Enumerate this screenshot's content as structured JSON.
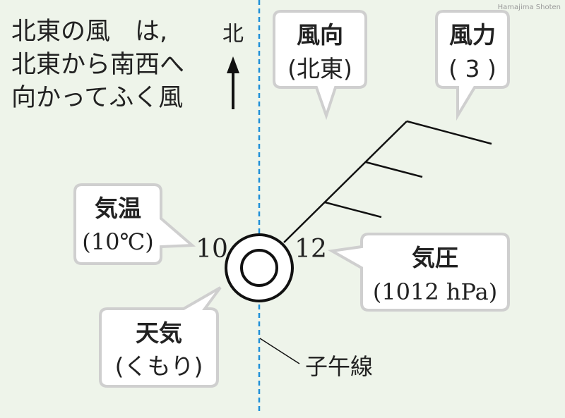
{
  "credit": "Hamajima Shoten",
  "note": {
    "line1": "北東の風　は,",
    "line2": "北東から南西へ",
    "line3": "向かってふく風"
  },
  "north": {
    "label": "北"
  },
  "callouts": {
    "wind_direction": {
      "title": "風向",
      "value": "(北東)"
    },
    "wind_force": {
      "title": "風力",
      "value": "( 3 )"
    },
    "temperature": {
      "title": "気温",
      "value": "(10℃)"
    },
    "pressure": {
      "title": "気圧",
      "value": "(1012 hPa)"
    },
    "weather": {
      "title": "天気",
      "value": "(くもり)"
    }
  },
  "station": {
    "temperature_value": "10",
    "pressure_value": "12",
    "wind_force": 3,
    "weather_symbol": "cloudy-double-circle"
  },
  "meridian": {
    "label": "子午線"
  },
  "colors": {
    "background": "#eef4ea",
    "meridian": "#1f8fd8",
    "bubble_stroke": "#cfcfcf",
    "bubble_fill": "#ffffff"
  }
}
